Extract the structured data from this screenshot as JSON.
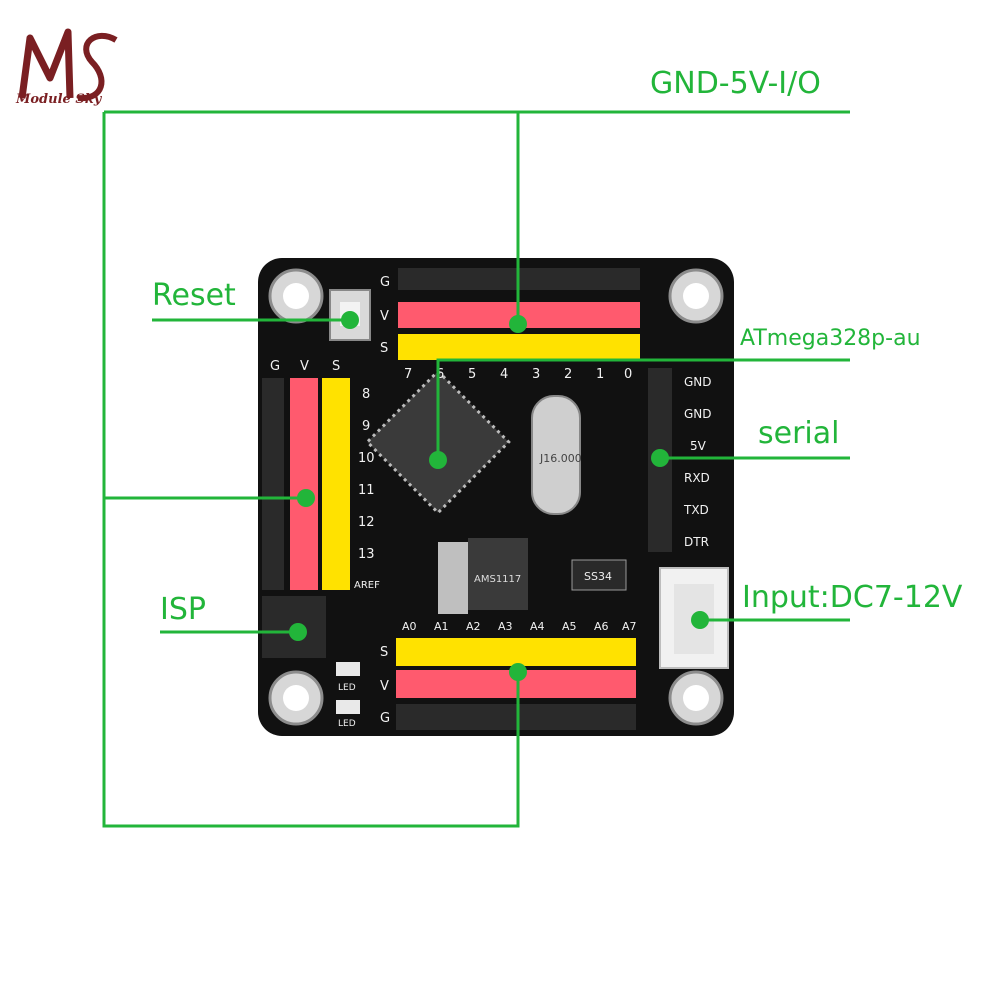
{
  "brand": {
    "logo_letters": "MS",
    "name": "Module Sky",
    "color": "#7a1f22"
  },
  "diagram": {
    "line_color": "#22b53a",
    "labels": {
      "gnd_5v_io": "GND-5V-I/O",
      "reset": "Reset",
      "atmega": "ATmega328p-au",
      "serial": "serial",
      "isp": "ISP",
      "input": "Input:DC7-12V"
    }
  },
  "board": {
    "color": "#111111",
    "top_header_letters": [
      "G",
      "V",
      "S"
    ],
    "top_pin_numbers": [
      "7",
      "6",
      "5",
      "4",
      "3",
      "2",
      "1",
      "0"
    ],
    "left_header_letters": [
      "G",
      "V",
      "S"
    ],
    "left_pin_numbers": [
      "8",
      "9",
      "10",
      "11",
      "12",
      "13",
      "AREF"
    ],
    "bottom_pin_numbers": [
      "A0",
      "A1",
      "A2",
      "A3",
      "A4",
      "A5",
      "A6",
      "A7"
    ],
    "bottom_header_letters": [
      "S",
      "V",
      "G"
    ],
    "serial_pins": [
      "GND",
      "GND",
      "5V",
      "RXD",
      "TXD",
      "DTR"
    ],
    "crystal_text": "J16.000",
    "regulator_text": "AMS1117",
    "diode_text": "SS34",
    "led_text": "LED"
  }
}
